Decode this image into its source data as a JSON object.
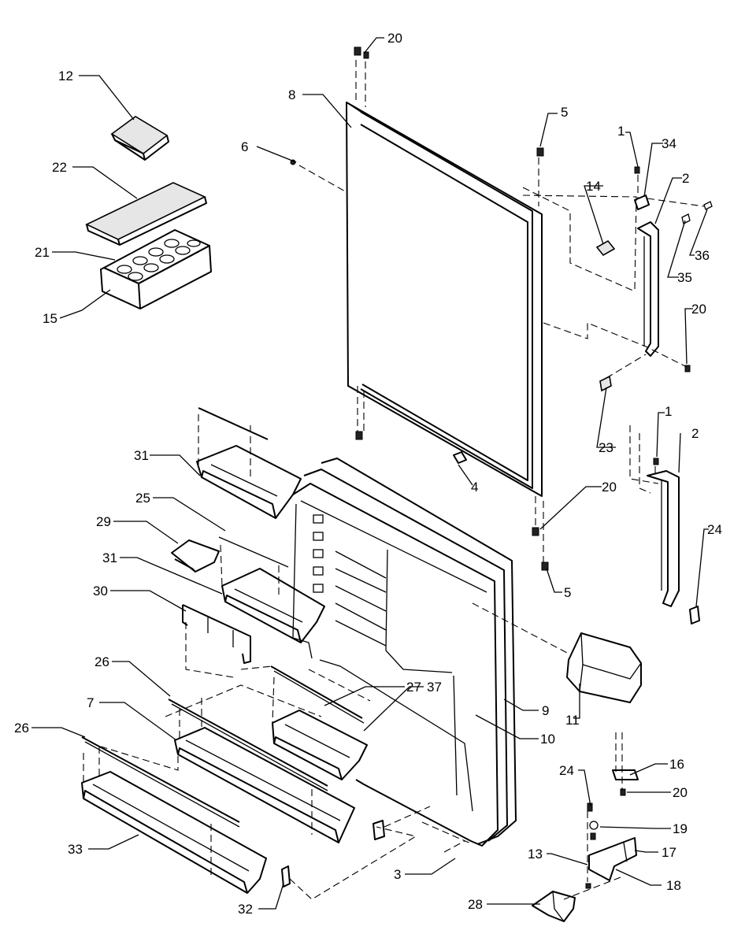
{
  "callouts": {
    "c1a": "1",
    "c1b": "1",
    "c2a": "2",
    "c2b": "2",
    "c3": "3",
    "c4": "4",
    "c5a": "5",
    "c5b": "5",
    "c6": "6",
    "c7": "7",
    "c8": "8",
    "c9": "9",
    "c10": "10",
    "c11": "11",
    "c12": "12",
    "c13": "13",
    "c14": "14",
    "c15": "15",
    "c16": "16",
    "c17": "17",
    "c18": "18",
    "c19": "19",
    "c20a": "20",
    "c20b": "20",
    "c20c": "20",
    "c20d": "20",
    "c21": "21",
    "c22": "22",
    "c23": "23",
    "c24a": "24",
    "c24b": "24",
    "c25": "25",
    "c26a": "26",
    "c26b": "26",
    "c27": "27",
    "c28": "28",
    "c29": "29",
    "c30": "30",
    "c31a": "31",
    "c31b": "31",
    "c32": "32",
    "c33": "33",
    "c34": "34",
    "c35": "35",
    "c36": "36",
    "c37": "37"
  }
}
